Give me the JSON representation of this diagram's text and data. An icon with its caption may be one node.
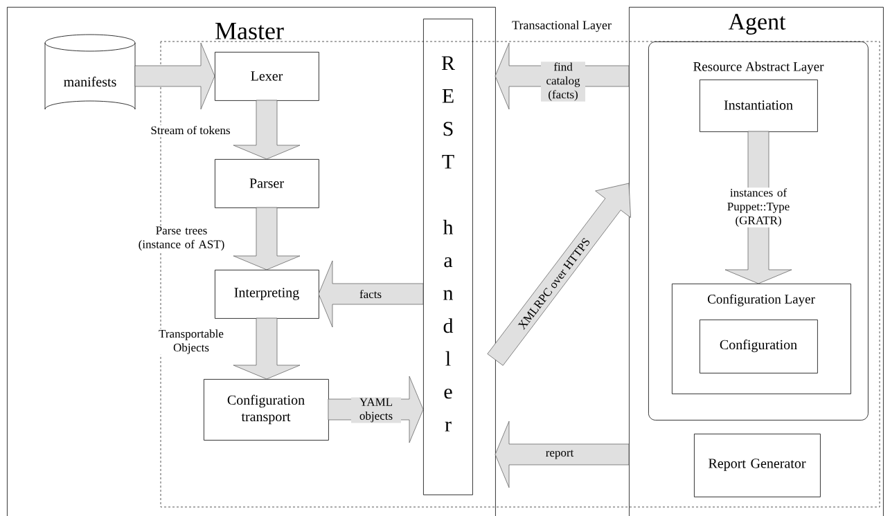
{
  "diagram": {
    "nodes": [
      {
        "text": [
          "Master"
        ]
      },
      {
        "text": [
          "manifests"
        ],
        "in": 0
      },
      {
        "text": [
          "Lexer"
        ],
        "in": 0
      },
      {
        "text": [
          "Parser"
        ],
        "in": 0
      },
      {
        "text": [
          "Interpreting"
        ],
        "in": 0
      },
      {
        "text": [
          "Configuration transport"
        ],
        "in": 0
      },
      {
        "text": [
          "REST handler"
        ],
        "in": 0
      },
      {
        "text": [
          "Agent"
        ]
      },
      {
        "text": [
          "Resource Abstract Layer"
        ],
        "in": 7
      },
      {
        "text": [
          "Instantiation"
        ],
        "in": 8
      },
      {
        "text": [
          "Configuration Layer"
        ],
        "in": 8
      },
      {
        "text": [
          "Configuration"
        ],
        "in": 10
      },
      {
        "text": [
          "Report Generator"
        ],
        "in": 7
      }
    ],
    "edges": [
      {
        "from": 1,
        "to": 2,
        "arrow": "to"
      },
      {
        "from": 2,
        "to": 3,
        "arrow": "to",
        "label": "Stream of tokens"
      },
      {
        "from": 3,
        "to": 4,
        "arrow": "to",
        "label": "Parse trees (instance of AST)"
      },
      {
        "from": 6,
        "to": 4,
        "arrow": "to",
        "label": "facts"
      },
      {
        "from": 4,
        "to": 5,
        "arrow": "to",
        "label": "Transportable Objects"
      },
      {
        "from": 5,
        "to": 6,
        "arrow": "to",
        "label": "YAML objects"
      },
      {
        "from": 7,
        "to": 0,
        "arrow": "to",
        "label": "find catalog (facts)"
      },
      {
        "from": 0,
        "to": 7,
        "arrow": "to",
        "label": "XMLRPC over HTTPS"
      },
      {
        "from": 7,
        "to": 0,
        "arrow": "to",
        "label": "report"
      },
      {
        "from": 9,
        "to": 10,
        "arrow": "to",
        "label": "instances of Puppet::Type (GRATR)"
      }
    ],
    "labels": [
      "Transactional Layer"
    ]
  }
}
